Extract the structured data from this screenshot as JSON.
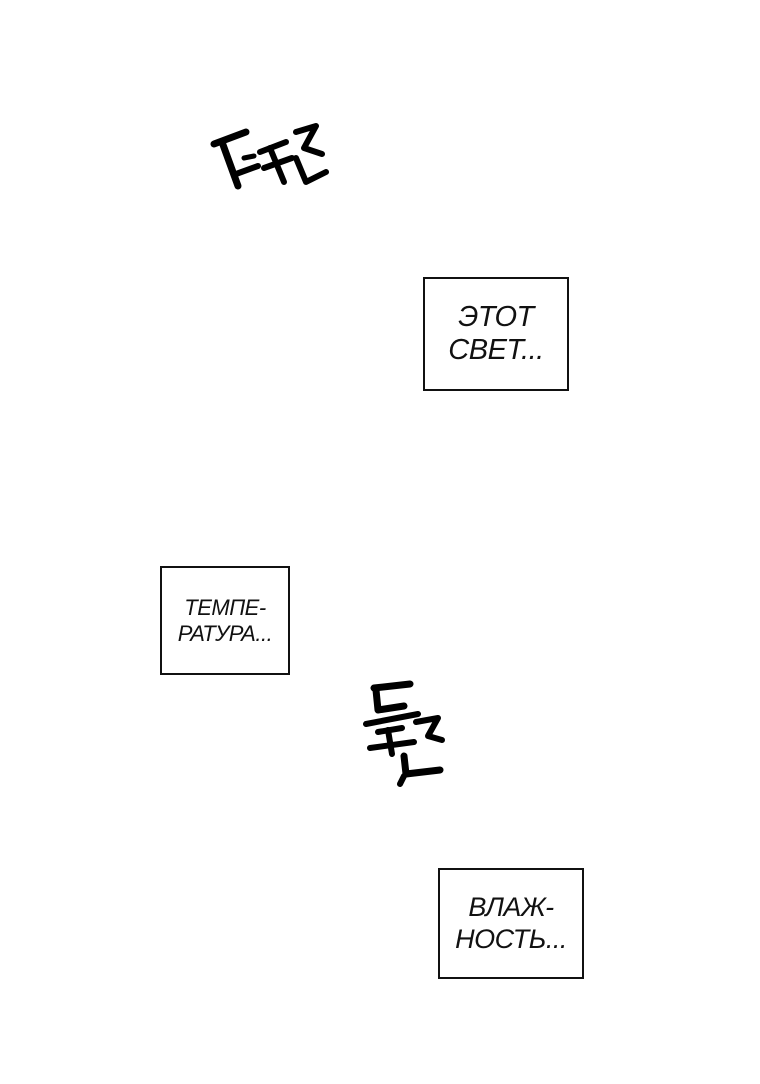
{
  "page": {
    "background": "#ffffff",
    "ink_color": "#111111"
  },
  "captions": [
    {
      "lines": [
        "ЭТОТ",
        "СВЕТ..."
      ]
    },
    {
      "lines": [
        "ТЕМПЕ-",
        "РАТУРА..."
      ]
    },
    {
      "lines": [
        "ВЛАЖ-",
        "НОСТЬ..."
      ]
    }
  ],
  "sound_effects": [
    {
      "icon": "hangul-sfx-snore-icon"
    },
    {
      "icon": "hangul-sfx-snore-icon"
    }
  ]
}
